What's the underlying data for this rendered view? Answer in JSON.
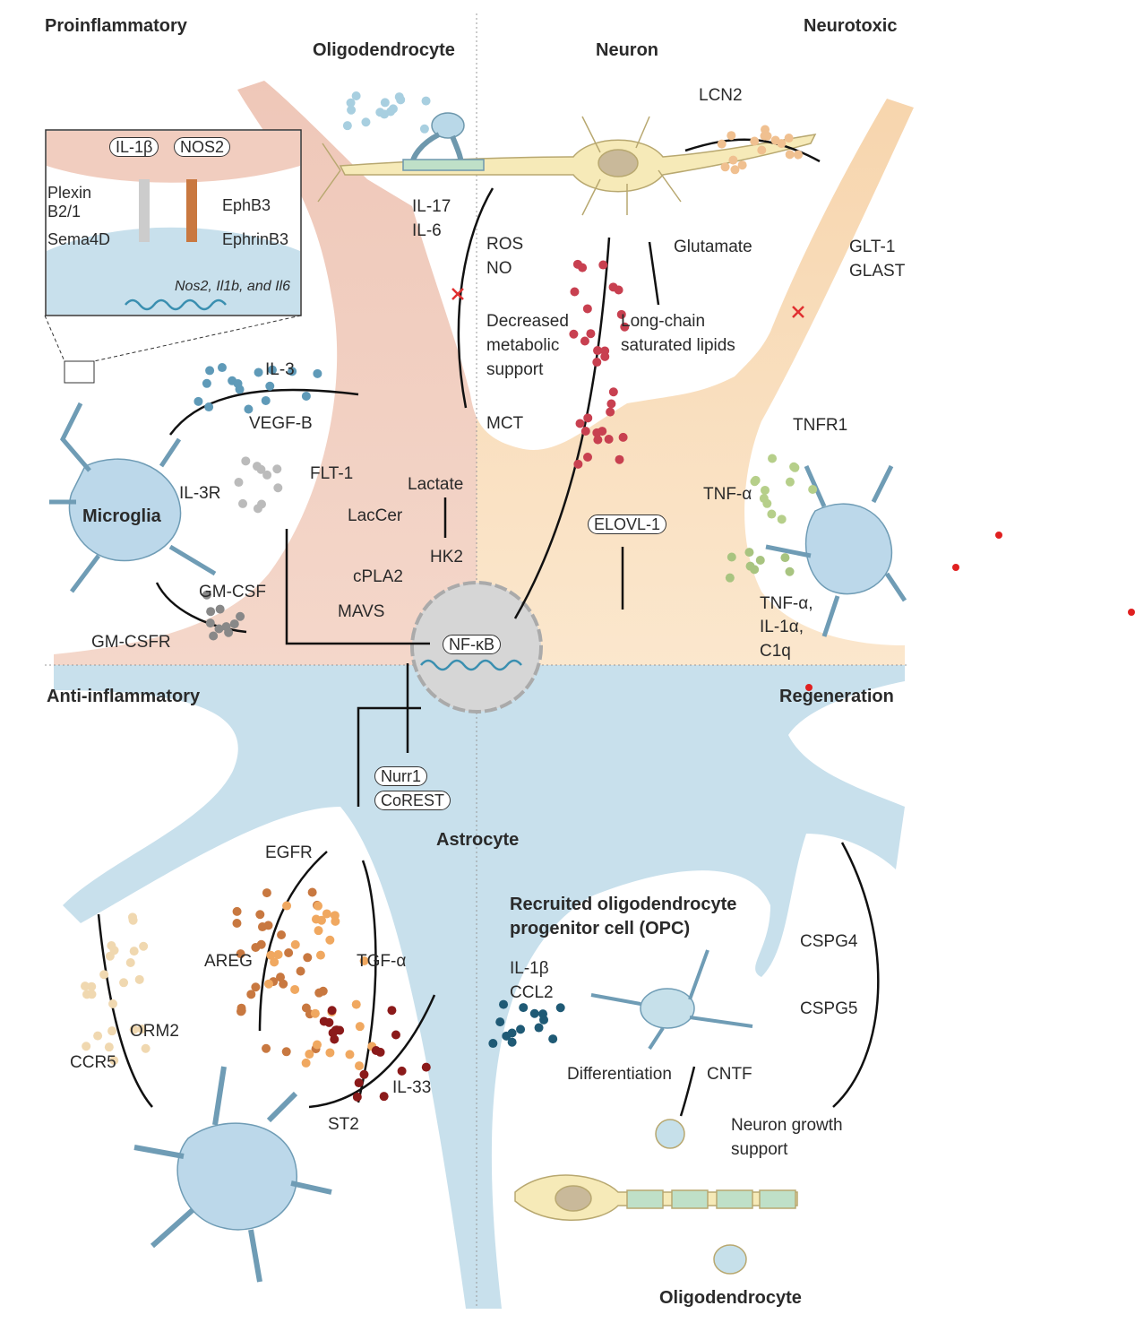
{
  "quadrants": {
    "top_left": "Proinflammatory",
    "top_right": "Neurotoxic",
    "bottom_left": "Anti-inflammatory",
    "bottom_right": "Regeneration"
  },
  "cells": {
    "oligodendrocyte_top": "Oligodendrocyte",
    "neuron": "Neuron",
    "microglia": "Microglia",
    "astrocyte": "Astrocyte",
    "opc_line1": "Recruited oligodendrocyte",
    "opc_line2": "progenitor cell (OPC)",
    "oligodendrocyte_bottom": "Oligodendrocyte"
  },
  "inset": {
    "il1b": "IL-1β",
    "nos2": "NOS2",
    "plexin_line1": "Plexin",
    "plexin_line2": "B2/1",
    "sema4d": "Sema4D",
    "ephb3": "EphB3",
    "ephrinb3": "EphrinB3",
    "genes": "Nos2, Il1b, and Il6"
  },
  "labels": {
    "lcn2": "LCN2",
    "il17": "IL-17",
    "il6": "IL-6",
    "ros": "ROS",
    "no": "NO",
    "glutamate": "Glutamate",
    "glt1": "GLT-1",
    "glast": "GLAST",
    "decreased_1": "Decreased",
    "decreased_2": "metabolic",
    "decreased_3": "support",
    "lipids_1": "Long-chain",
    "lipids_2": "saturated lipids",
    "il3": "IL-3",
    "vegfb": "VEGF-B",
    "mct": "MCT",
    "tnfr1": "TNFR1",
    "flt1": "FLT-1",
    "il3r": "IL-3R",
    "lactate": "Lactate",
    "tnfa_top": "TNF-α",
    "laccer": "LacCer",
    "elovl1": "ELOVL-1",
    "hk2": "HK2",
    "cpla2": "cPLA2",
    "gmcsf": "GM-CSF",
    "tnfa_2": "TNF-α,",
    "il1a": "IL-1α,",
    "c1q": "C1q",
    "mavs": "MAVS",
    "gmcsfr": "GM-CSFR",
    "nfkb": "NF-κB",
    "nurr1": "Nurr1",
    "corest": "CoREST",
    "egfr": "EGFR",
    "csp g4": "CSPG4",
    "cspg4": "CSPG4",
    "areg": "AREG",
    "tgfa": "TGF-α",
    "il1b_opc": "IL-1β",
    "ccl2": "CCL2",
    "cspg5": "CSPG5",
    "orm2": "ORM2",
    "ccr5": "CCR5",
    "differentiation": "Differentiation",
    "cntf": "CNTF",
    "il33": "IL-33",
    "st2": "ST2",
    "growth_1": "Neuron growth",
    "growth_2": "support"
  },
  "colors": {
    "proinflammatory": "#f1cdbf",
    "neurotoxic": "#f8ddb9",
    "regenerative": "#c8e0ec",
    "neuron": "#f6eab8",
    "glia": "#b9d8e8",
    "marker": "#e02020"
  }
}
